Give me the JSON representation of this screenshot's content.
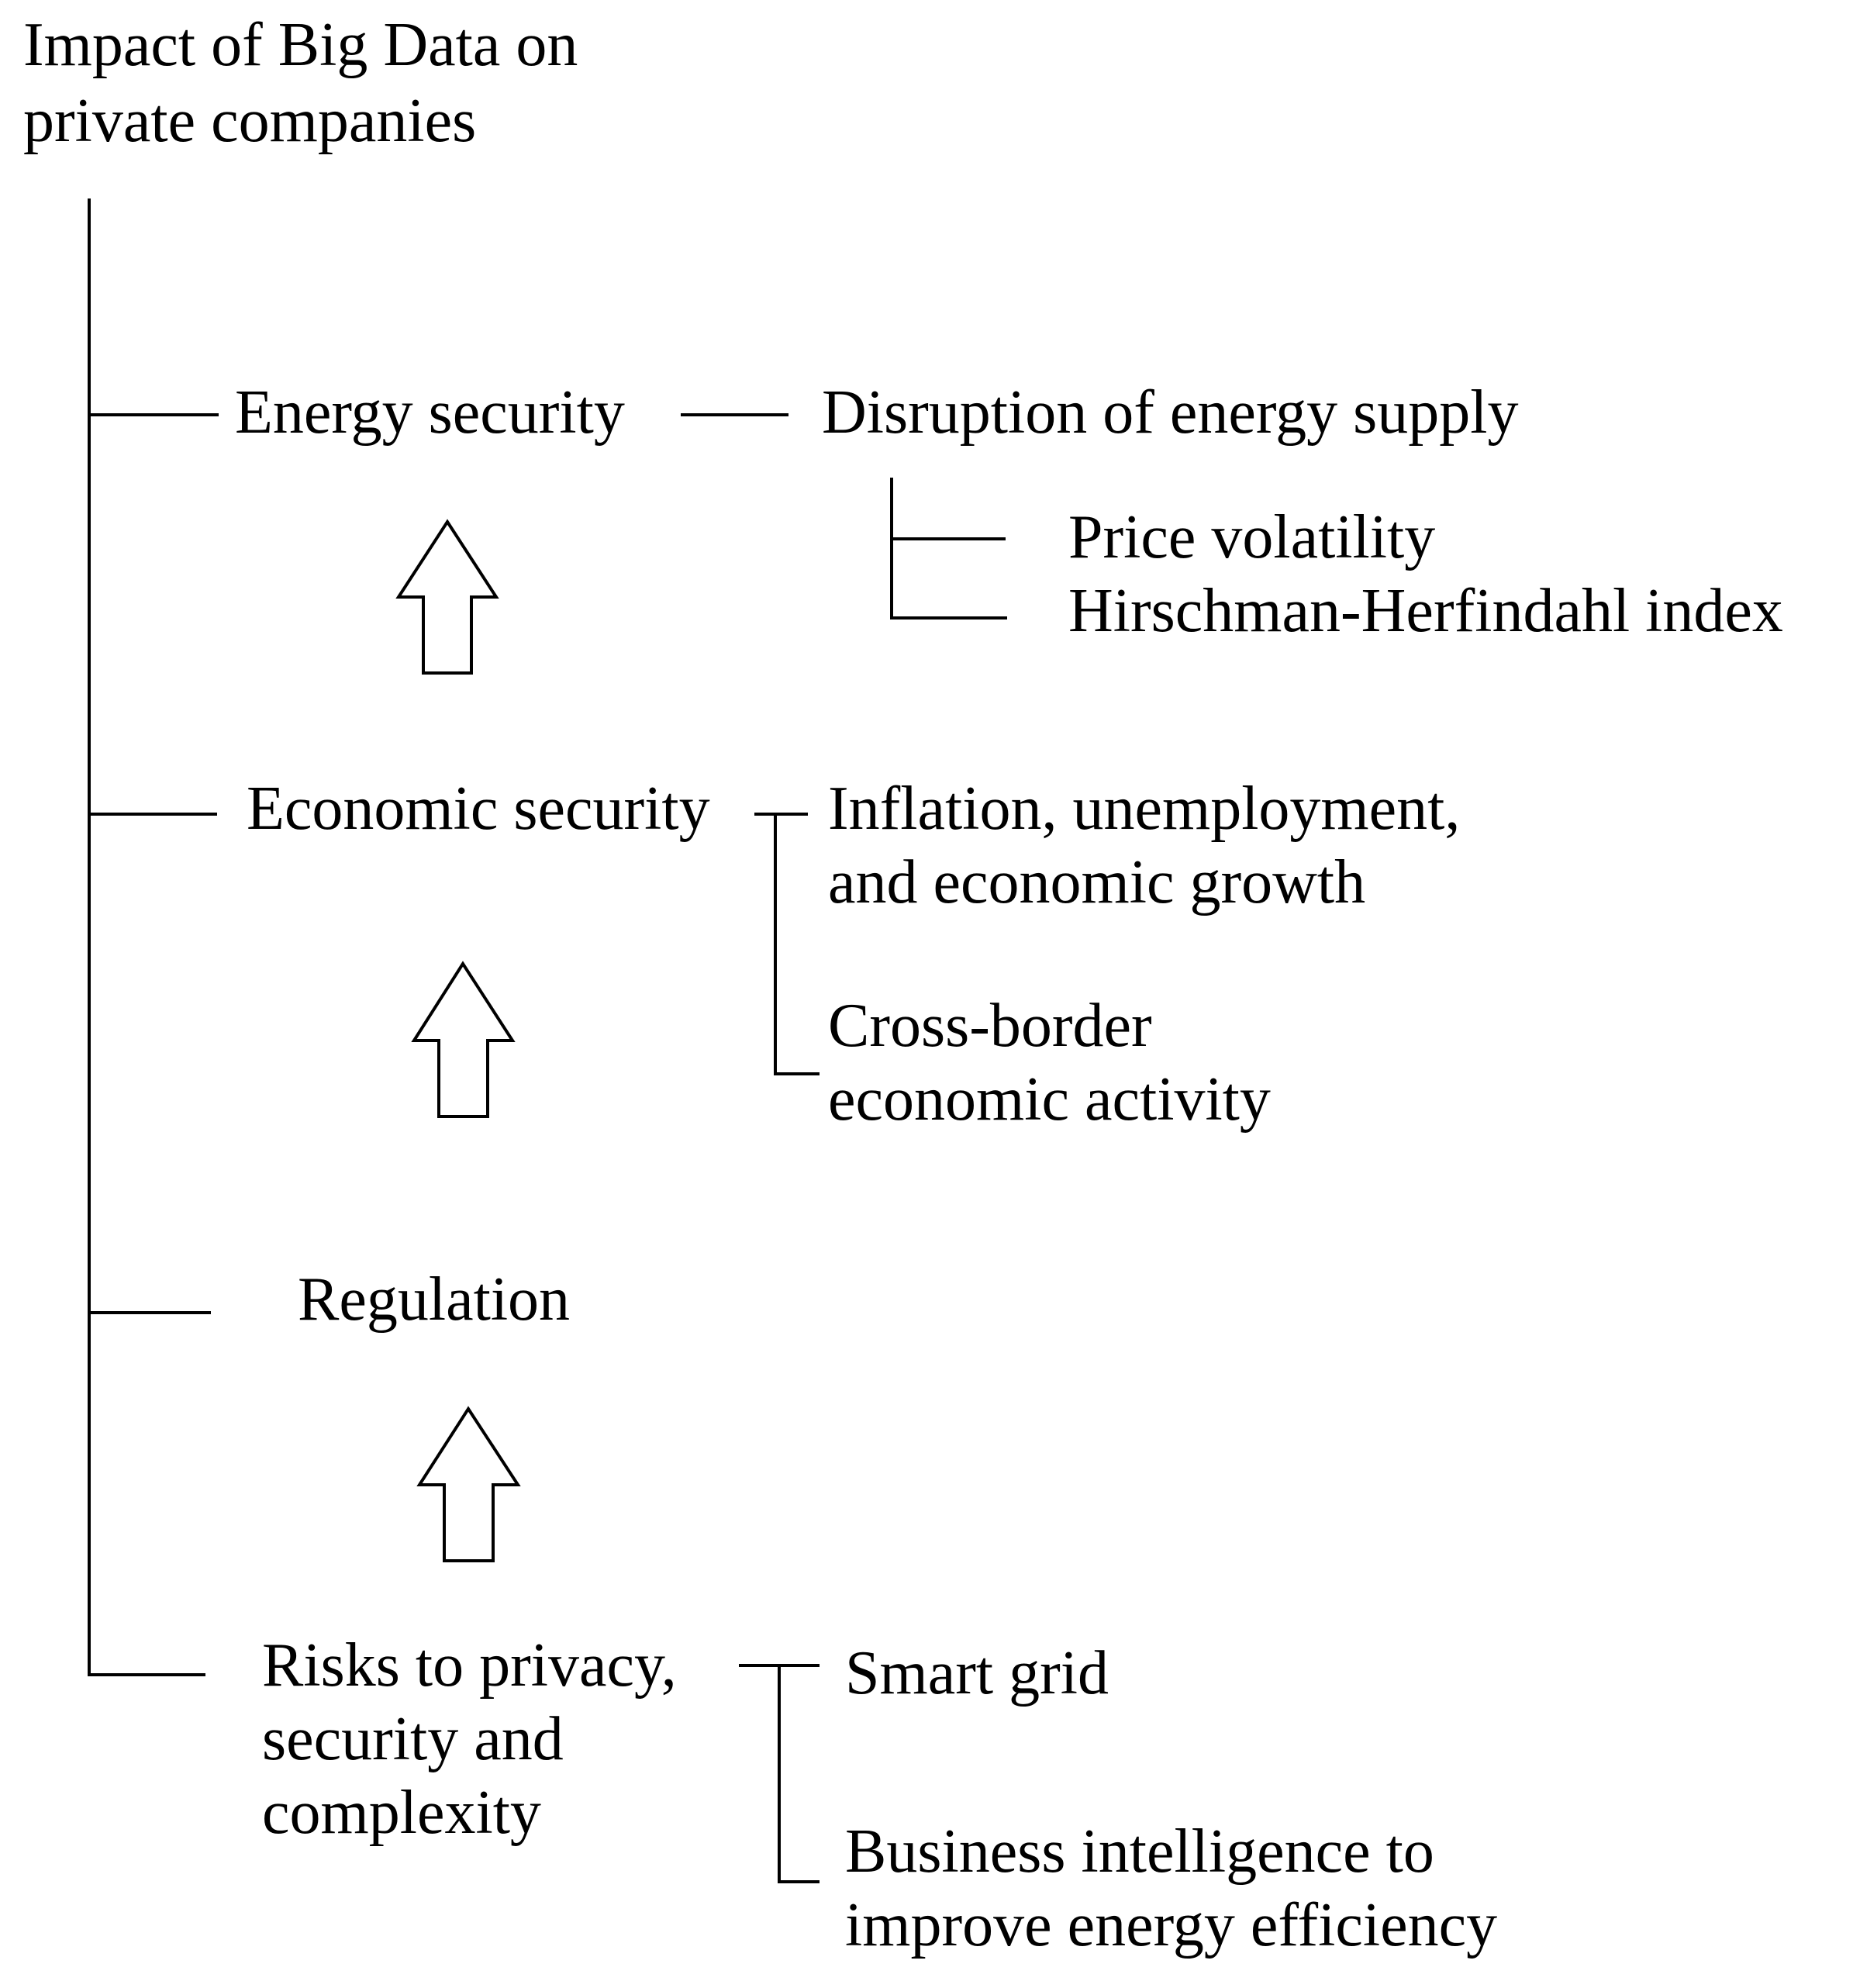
{
  "diagram": {
    "root": {
      "title_line1": "Impact of Big Data on",
      "title_line2": "private companies"
    },
    "nodes": {
      "energy_security": {
        "label": "Energy security",
        "children": {
          "disruption": "Disruption of energy supply",
          "price_volatility": "Price volatility",
          "hhi": "Hirschman-Herfindahl index"
        }
      },
      "economic_security": {
        "label": "Economic security",
        "children": {
          "inflation_line1": "Inflation, unemployment,",
          "inflation_line2": "and economic growth",
          "crossborder_line1": "Cross-border",
          "crossborder_line2": "economic activity"
        }
      },
      "regulation": {
        "label": "Regulation"
      },
      "risks": {
        "label_line1": "Risks to privacy,",
        "label_line2": "security and",
        "label_line3": "complexity",
        "children": {
          "smart_grid": "Smart grid",
          "bi_line1": "Business intelligence to",
          "bi_line2": "improve energy efficiency"
        }
      }
    },
    "colors": {
      "line": "#000000",
      "text": "#000000",
      "background": "#ffffff"
    }
  }
}
